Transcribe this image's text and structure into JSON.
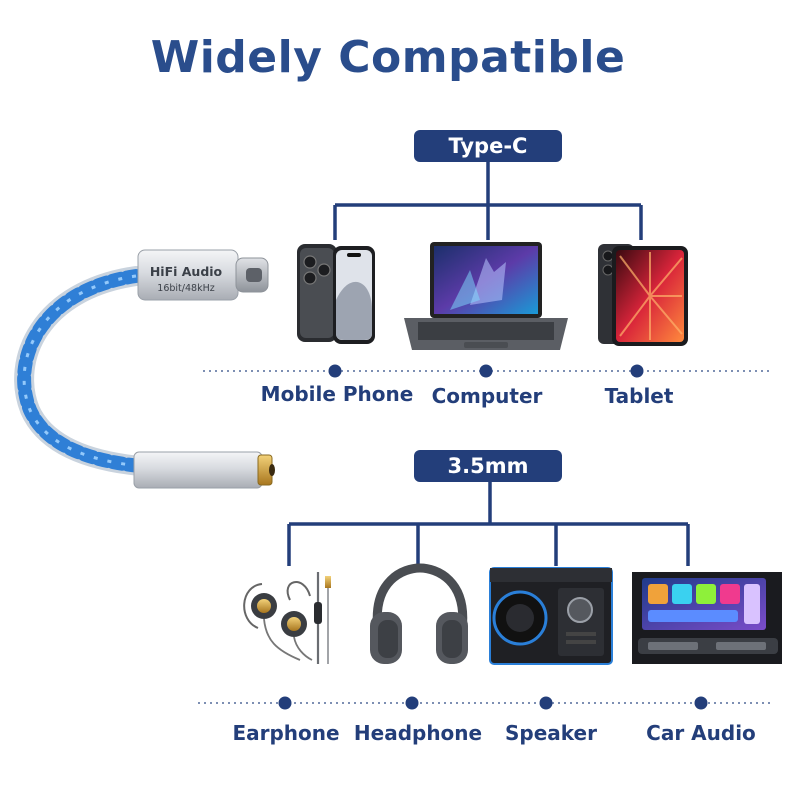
{
  "title": "Widely Compatible",
  "adapter": {
    "brand_text": "HiFi Audio",
    "spec_text": "16bit/48kHz"
  },
  "typec_group": {
    "badge": "Type-C",
    "devices": [
      {
        "label": "Mobile Phone",
        "icon": "phone-icon"
      },
      {
        "label": "Computer",
        "icon": "laptop-icon"
      },
      {
        "label": "Tablet",
        "icon": "tablet-icon"
      }
    ]
  },
  "jack_group": {
    "badge": "3.5mm",
    "devices": [
      {
        "label": "Earphone",
        "icon": "earphone-icon"
      },
      {
        "label": "Headphone",
        "icon": "headphone-icon"
      },
      {
        "label": "Speaker",
        "icon": "speaker-icon"
      },
      {
        "label": "Car Audio",
        "icon": "car-audio-icon"
      }
    ]
  },
  "colors": {
    "primary": "#233e7a",
    "title": "#2a4d8c",
    "dotted_line": "#7d8fb3",
    "cable_blue": "#2f7fd6",
    "cable_silver": "#c9d3de"
  }
}
